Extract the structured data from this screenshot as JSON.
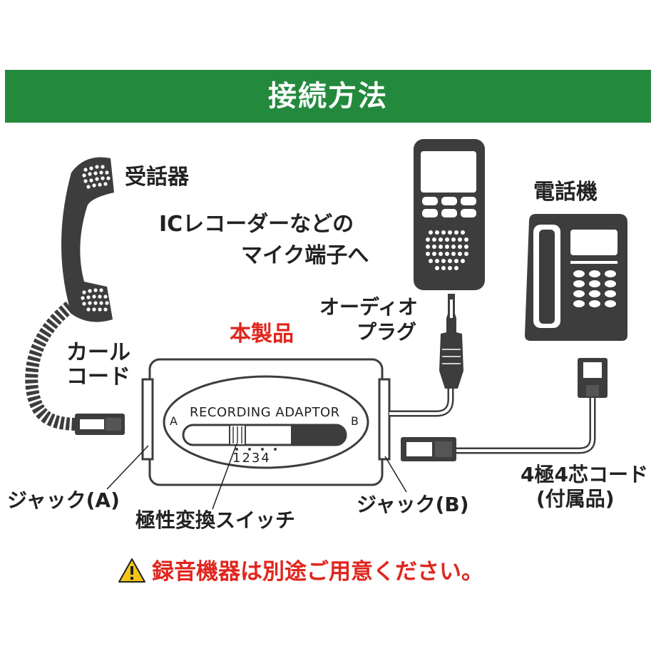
{
  "header": {
    "title": "接続方法"
  },
  "labels": {
    "receiver": "受話器",
    "recorder_line1": "ICレコーダーなどの",
    "recorder_line2": "マイク端子へ",
    "phone": "電話機",
    "audio_plug_line1": "オーディオ",
    "audio_plug_line2": "プラグ",
    "product": "本製品",
    "curl_cord_line1": "カール",
    "curl_cord_line2": "コード",
    "jack_a": "ジャック(A)",
    "jack_b": "ジャック(B)",
    "polarity_switch": "極性変換スイッチ",
    "cord_line1": "4極4芯コード",
    "cord_line2": "(付属品)"
  },
  "adaptor": {
    "title": "RECORDING ADAPTOR",
    "side_a": "A",
    "side_b": "B",
    "positions": "1234"
  },
  "warning": {
    "text": "録音機器は別途ご用意ください。",
    "icon": "warning-triangle-icon"
  },
  "colors": {
    "header_bg": "#238a3d",
    "accent_red": "#e0261e",
    "device_gray": "#3d3d3d"
  }
}
